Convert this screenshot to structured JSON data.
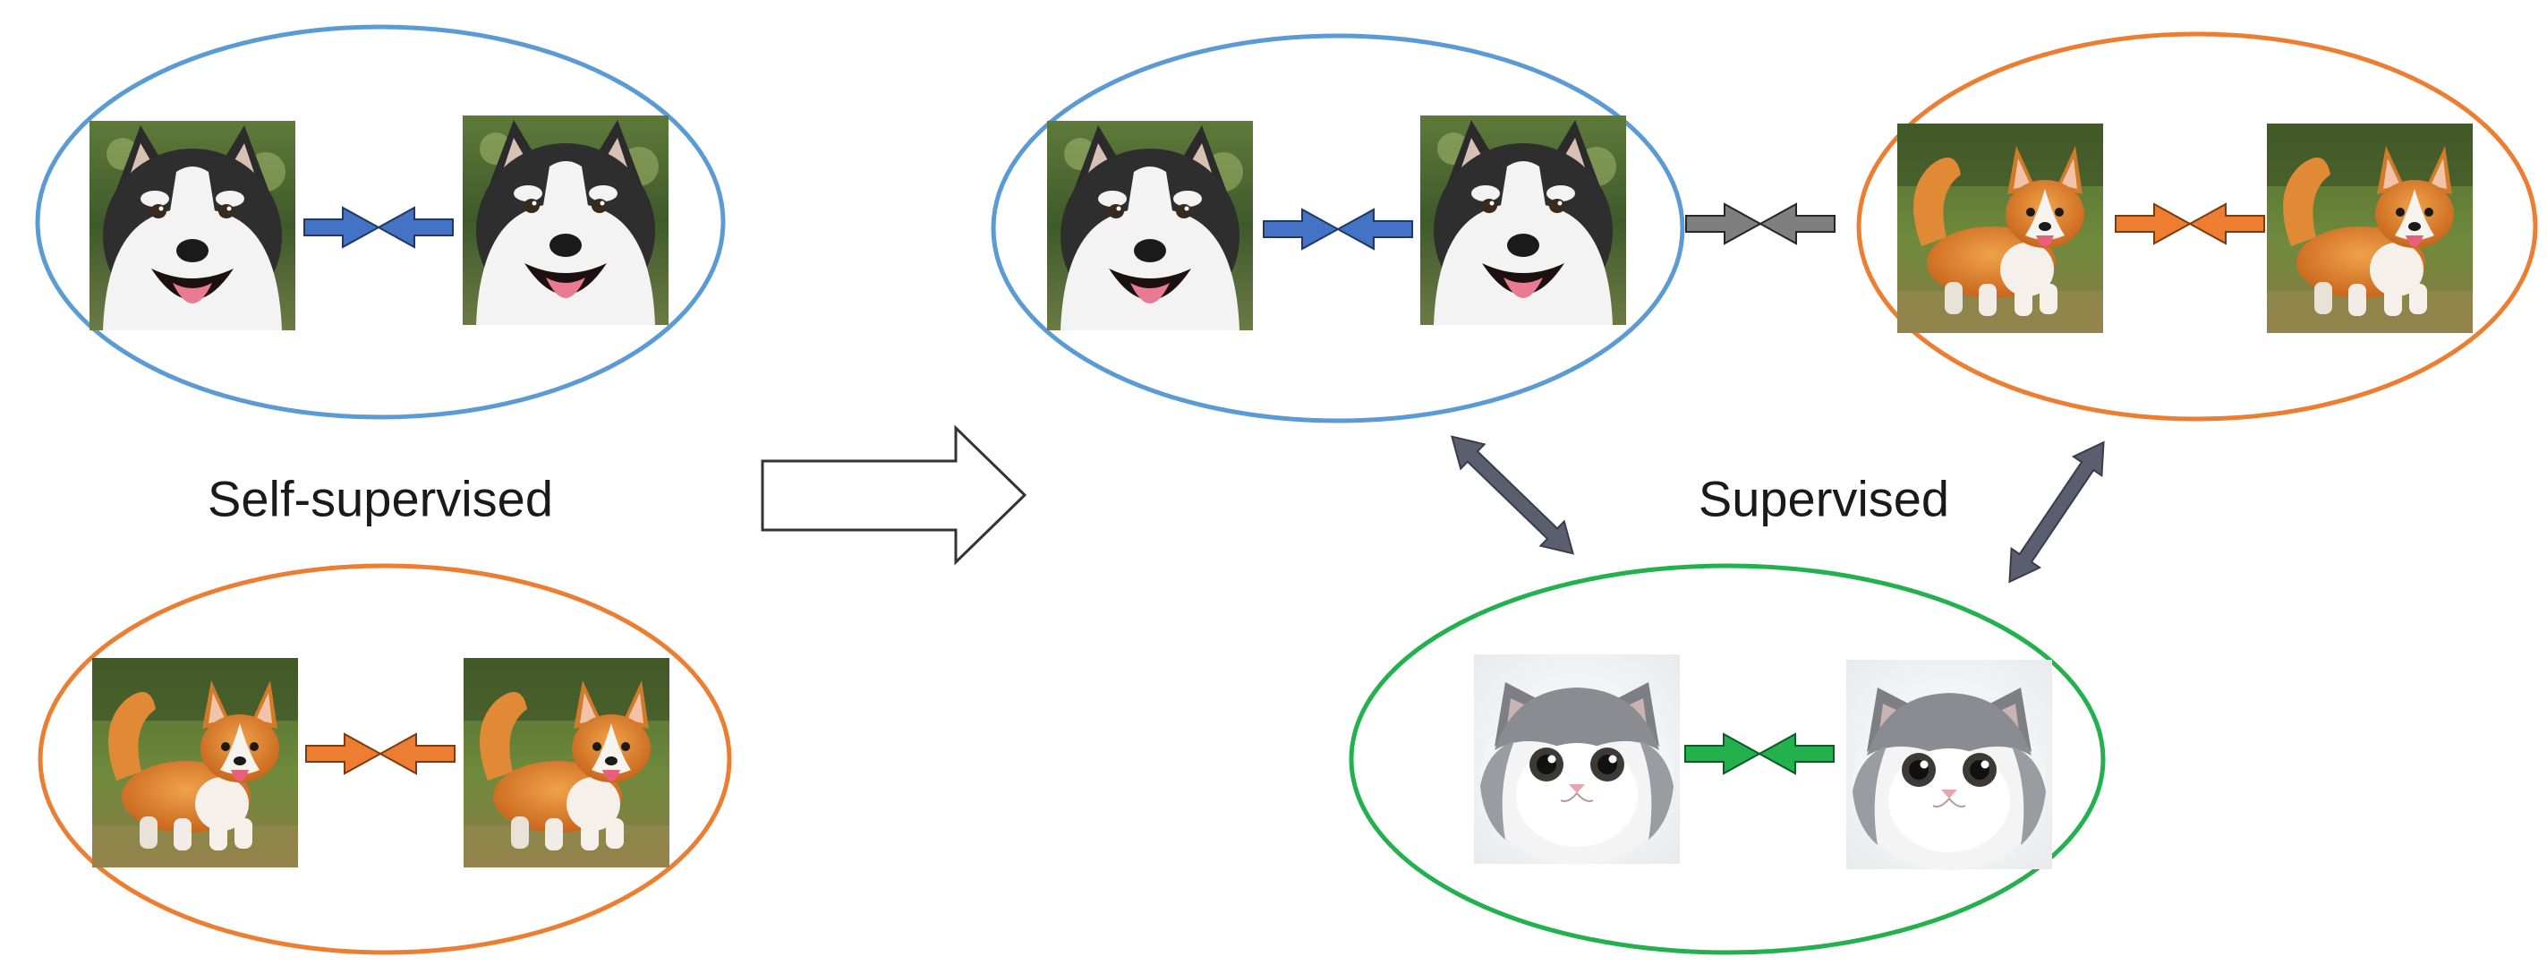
{
  "labels": {
    "left": "Self-supervised",
    "right": "Supervised"
  },
  "colors": {
    "husky_group": "#5b9bd5",
    "corgi_group": "#ed7d31",
    "cat_group": "#22b14c",
    "husky_arrow": "#4472c4",
    "corgi_arrow": "#ed7d31",
    "cat_arrow": "#22b14c",
    "between_arrow": "#7f7f7f",
    "supervision_arrow": "#5a5e6e"
  },
  "icons": {
    "husky": "husky-dog-photo",
    "corgi": "corgi-dog-photo",
    "cat": "persian-cat-photo"
  }
}
